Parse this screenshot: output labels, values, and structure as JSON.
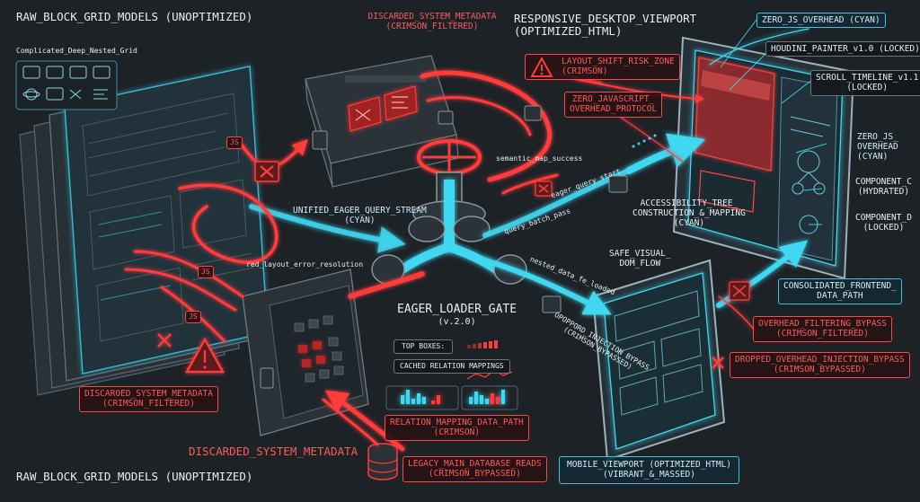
{
  "colors": {
    "cyan": "#3fd8f0",
    "crimson": "#ff3b3b",
    "background": "#1d2227",
    "grey": "#7f8a92"
  },
  "labels": {
    "raw_top": "RAW_BLOCK_GRID_MODELS (UNOPTIMIZED)",
    "raw_bottom": "RAW_BLOCK_GRID_MODELS (UNOPTIMIZED)",
    "nested_grid": "Complicated_Deep_Nested_Grid",
    "discarded_top_1": "DISCARDED_SYSTEM_METADATA",
    "discarded_top_2": "(CRIMSON_FILTERED)",
    "responsive_1": "RESPONSIVE_DESKTOP_VIEWPORT",
    "responsive_2": "(OPTIMIZED_HTML)",
    "layout_shift_1": "LAYOUT_SHIFT_RISK_ZONE",
    "layout_shift_2": "(CRIMSON)",
    "zero_js_protocol_1": "ZERO_JAVASCRIPT_",
    "zero_js_protocol_2": "OVERHEAD_PROTOCOL",
    "zero_js_top": "ZERO_JS_OVERHEAD (CYAN)",
    "houdini": "HOUDINI_PAINTER_v1.0 (LOCKED)",
    "scroll_1": "SCROLL_TIMELINE_v1.1",
    "scroll_2": "(LOCKED)",
    "zero_js_side_1": "ZERO_JS_",
    "zero_js_side_2": "OVERHEAD",
    "zero_js_side_3": "(CYAN)",
    "component_c_1": "COMPONENT_C",
    "component_c_2": "(HYDRATED)",
    "component_d_1": "COMPONENT_D",
    "component_d_2": "(LOCKED)",
    "semantic": "semantic_map_success",
    "eager_query_start": "eager_query_start",
    "query_batch": "query_batch_pass",
    "nested_data": "nested_data_fe_loaded",
    "unified_1": "UNIFIED_EAGER_QUERY_STREAM",
    "unified_2": "(CYAN)",
    "red_layout": "red_layout_error_resolution",
    "accessibility_1": "ACCESSIBILITY_TREE_",
    "accessibility_2": "CONSTRUCTION_&_MAPPING",
    "accessibility_3": "(CYAN)",
    "safe_visual_1": "SAFE_VISUAL_",
    "safe_visual_2": "DOM_FLOW",
    "consolidated_1": "CONSOLIDATED_FRONTEND_",
    "consolidated_2": "DATA_PATH",
    "gate_1": "EAGER_LOADER_GATE",
    "gate_2": "(v.2.0)",
    "top_boxes": "TOP BOXES:",
    "cached": "CACHED RELATION MAPPINGS",
    "injection_1": "OPOPPORD_INJECTION BYPASS",
    "injection_2": "(CRIMSON_BYPASSED)",
    "overhead_filter_1": "OVERHEAD_FILTERING_BYPASS",
    "overhead_filter_2": "(CRIMSON_FILTERED)",
    "dropped_1": "DROPPED_OVERHEAD_INJECTION_BYPASS",
    "dropped_2": "(CRIMSON_BYPASSED)",
    "discaroed_1": "DISCAROED_SYSTEM_METADATA",
    "discaroed_2": "(CRIMSON_FILTERED)",
    "relation_1": "RELATION_MAPPING_DATA_PATH",
    "relation_2": "(CRIMSON)",
    "discarded_bottom": "DISCARDED_SYSTEM_METADATA",
    "legacy_1": "LEGACY_MAIN_DATABASE_READS",
    "legacy_2": "(CRIMSON_BYPASSED)",
    "mobile_1": "MOBILE_VIEWPORT (OPTIMIZED_HTML)",
    "mobile_2": "(VIBRANT_&_MASSED)"
  },
  "chips": {
    "js_1": "JS",
    "js_2": "JS",
    "js_3": "JS"
  },
  "mini_icons": [
    "react-icon",
    "js-icon",
    "shuffle-icon",
    "layout-icon",
    "grid-icon",
    "list-icon",
    "code-icon",
    "sliders-icon"
  ]
}
